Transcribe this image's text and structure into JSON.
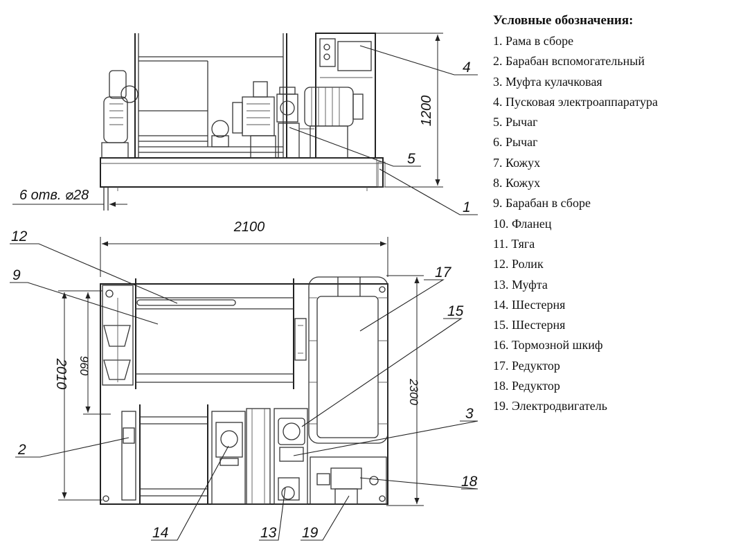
{
  "legend": {
    "title": "Условные обозначения:",
    "items": [
      "1. Рама в сборе",
      "2. Барабан вспомогательный",
      "3. Муфта кулачковая",
      "4. Пусковая электроаппаратура",
      "5. Рычаг",
      "6. Рычаг",
      "7. Кожух",
      "8. Кожух",
      "9. Барабан в сборе",
      "10. Фланец",
      "11. Тяга",
      "12. Ролик",
      "13. Муфта",
      "14. Шестерня",
      "15. Шестерня",
      "16. Тормозной шкиф",
      "17. Редуктор",
      "18. Редуктор",
      "19. Электродвигатель"
    ]
  },
  "dimensions": {
    "height": "1200",
    "holes": "6 отв. ⌀28",
    "length": "2100",
    "width_outer": "2010",
    "width_inner": "960",
    "depth": "2300"
  },
  "callouts": {
    "c1": "1",
    "c2": "2",
    "c3": "3",
    "c4": "4",
    "c5": "5",
    "c9": "9",
    "c12": "12",
    "c13": "13",
    "c14": "14",
    "c15": "15",
    "c17": "17",
    "c18": "18",
    "c19": "19"
  }
}
